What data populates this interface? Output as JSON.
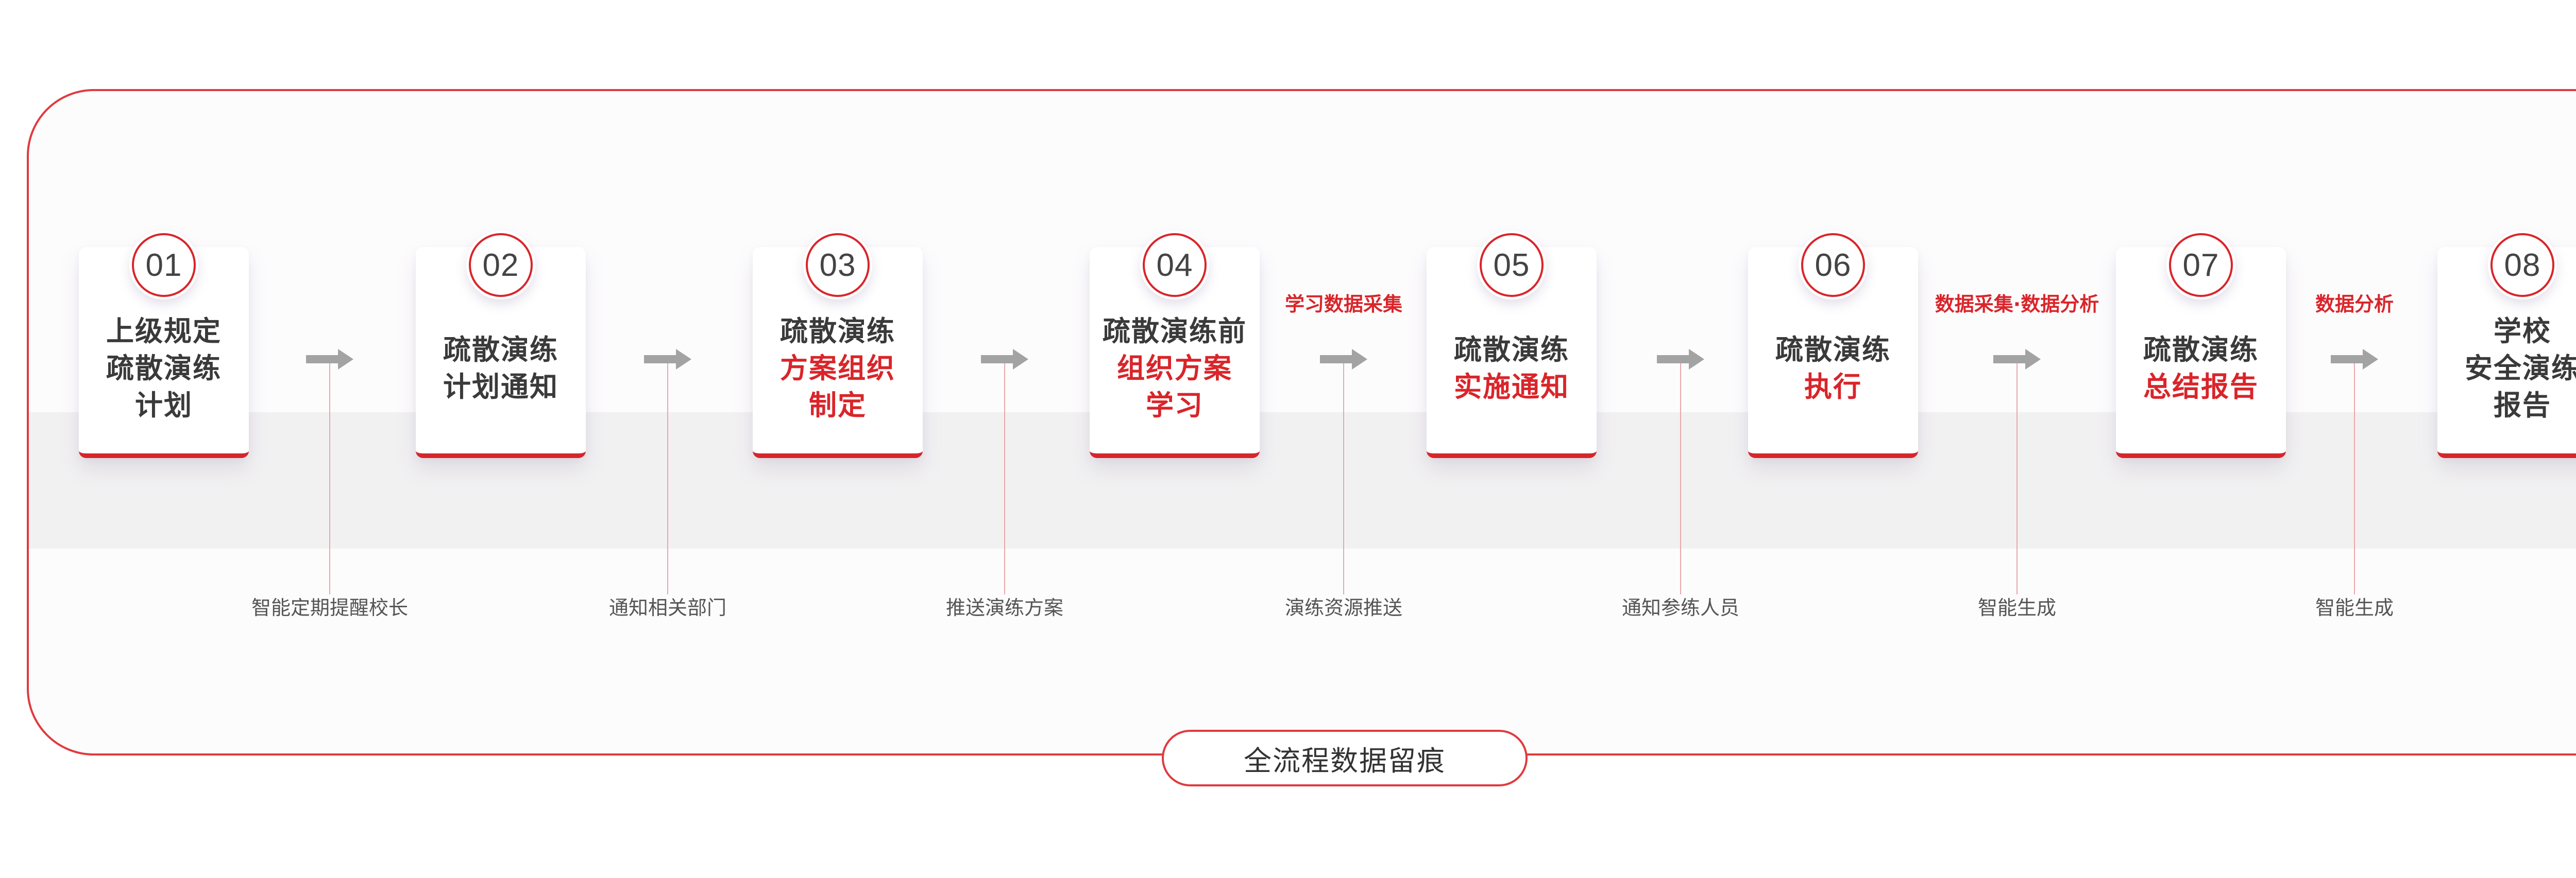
{
  "steps": [
    {
      "num": "01",
      "lines": [
        {
          "text": "上级规定",
          "red": false
        },
        {
          "text": "疏散演练",
          "red": false
        },
        {
          "text": "计划",
          "red": false
        }
      ]
    },
    {
      "num": "02",
      "lines": [
        {
          "text": "疏散演练",
          "red": false
        },
        {
          "text": "计划通知",
          "red": false
        }
      ]
    },
    {
      "num": "03",
      "lines": [
        {
          "text": "疏散演练",
          "red": false
        },
        {
          "text": "方案组织",
          "red": true
        },
        {
          "text": "制定",
          "red": true
        }
      ]
    },
    {
      "num": "04",
      "lines": [
        {
          "text": "疏散演练前",
          "red": false
        },
        {
          "text": "组织方案",
          "red": true
        },
        {
          "text": "学习",
          "red": true
        }
      ]
    },
    {
      "num": "05",
      "lines": [
        {
          "text": "疏散演练",
          "red": false
        },
        {
          "text": "实施通知",
          "red": true
        }
      ]
    },
    {
      "num": "06",
      "lines": [
        {
          "text": "疏散演练",
          "red": false
        },
        {
          "text": "执行",
          "red": true
        }
      ]
    },
    {
      "num": "07",
      "lines": [
        {
          "text": "疏散演练",
          "red": false
        },
        {
          "text": "总结报告",
          "red": true
        }
      ]
    },
    {
      "num": "08",
      "lines": [
        {
          "text": "学校",
          "red": false
        },
        {
          "text": "安全演练",
          "red": false
        },
        {
          "text": "报告",
          "red": false
        }
      ]
    }
  ],
  "connectors": [
    {
      "note": "智能定期提醒校长",
      "label": ""
    },
    {
      "note": "通知相关部门",
      "label": ""
    },
    {
      "note": "推送演练方案",
      "label": ""
    },
    {
      "note": "演练资源推送",
      "label": "学习数据采集"
    },
    {
      "note": "通知参练人员",
      "label": ""
    },
    {
      "note": "智能生成",
      "label": "数据采集·数据分析"
    },
    {
      "note": "智能生成",
      "label": "数据分析"
    }
  ],
  "footer": {
    "label": "全流程数据留痕"
  },
  "colors": {
    "accent": "#d9252a",
    "frame": "#e03a3e",
    "arrow": "#a3a3a3",
    "band": "#f2f1f2"
  }
}
